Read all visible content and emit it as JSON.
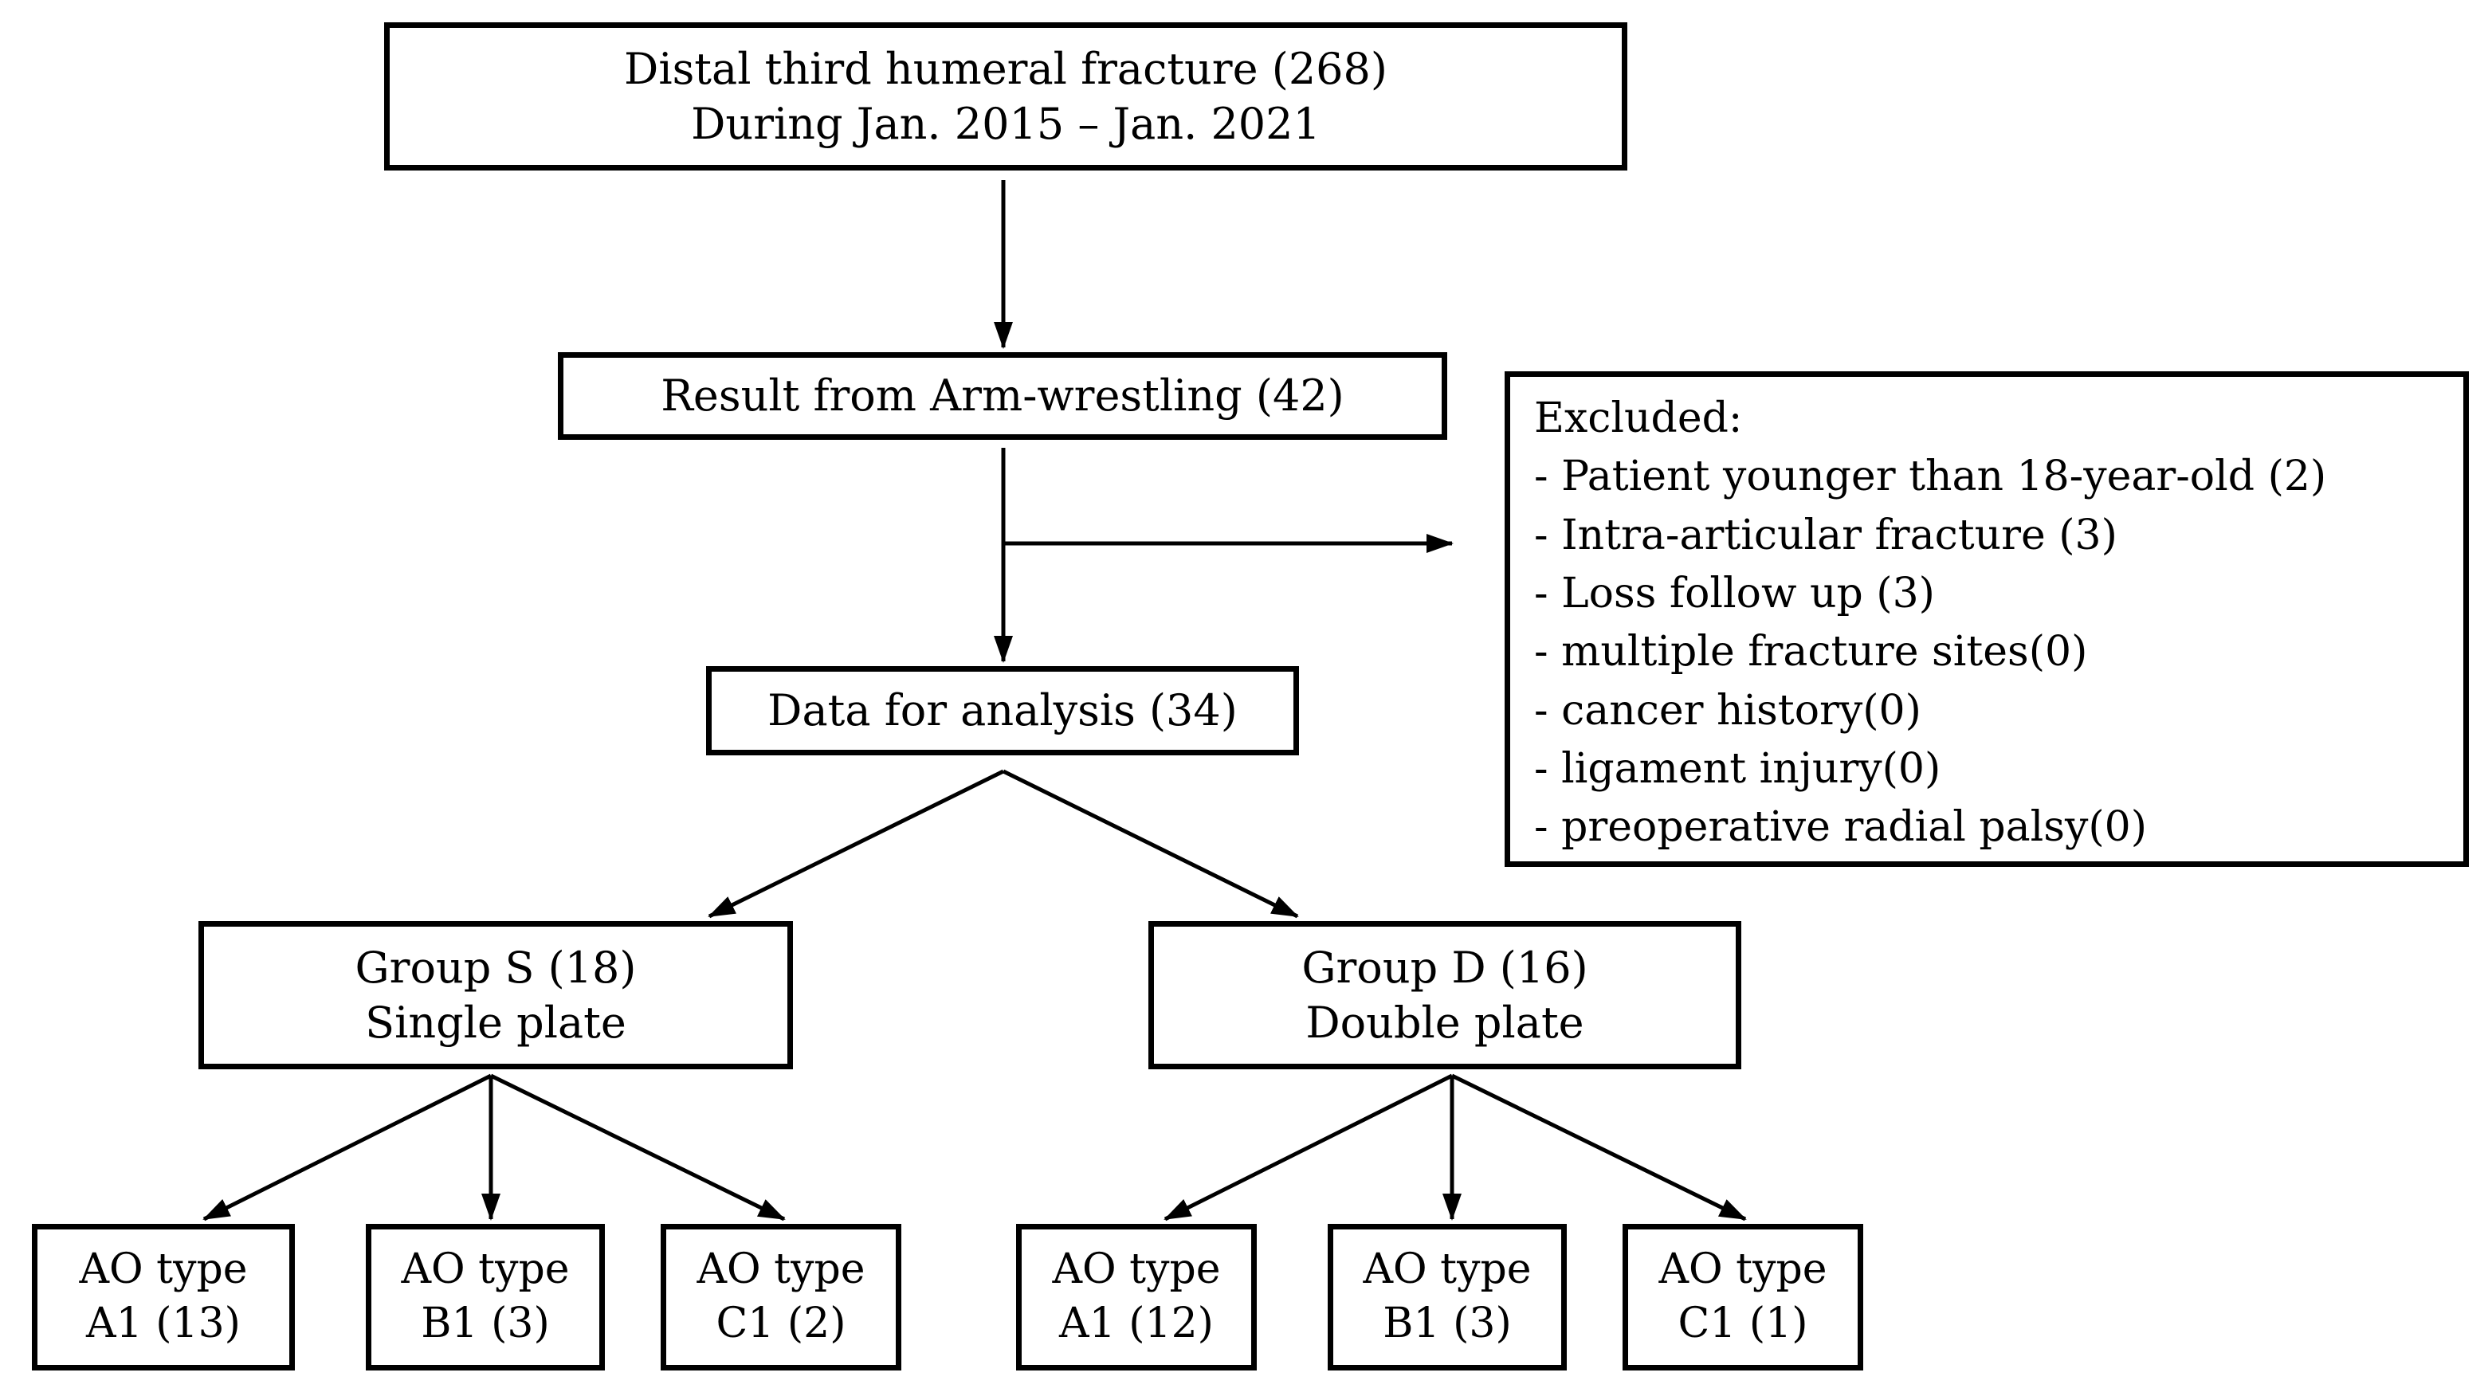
{
  "flowchart": {
    "total": {
      "line1": "Distal third humeral fracture (268)",
      "line2": "During Jan. 2015 – Jan. 2021"
    },
    "arm_wrestling": {
      "line1": "Result from Arm-wrestling (42)"
    },
    "analysis": {
      "line1": "Data for analysis (34)"
    },
    "excluded": {
      "title": "Excluded:",
      "items": [
        "- Patient younger than 18-year-old (2)",
        "- Intra-articular fracture (3)",
        "- Loss follow up (3)",
        "- multiple fracture sites(0)",
        "- cancer history(0)",
        "- ligament injury(0)",
        "- preoperative radial palsy(0)"
      ]
    },
    "group_s": {
      "line1": "Group S (18)",
      "line2": "Single plate",
      "subtypes": [
        {
          "line1": "AO type",
          "line2": "A1 (13)"
        },
        {
          "line1": "AO type",
          "line2": "B1 (3)"
        },
        {
          "line1": "AO type",
          "line2": "C1 (2)"
        }
      ]
    },
    "group_d": {
      "line1": "Group D (16)",
      "line2": "Double plate",
      "subtypes": [
        {
          "line1": "AO type",
          "line2": "A1 (12)"
        },
        {
          "line1": "AO type",
          "line2": "B1 (3)"
        },
        {
          "line1": "AO type",
          "line2": "C1 (1)"
        }
      ]
    }
  }
}
